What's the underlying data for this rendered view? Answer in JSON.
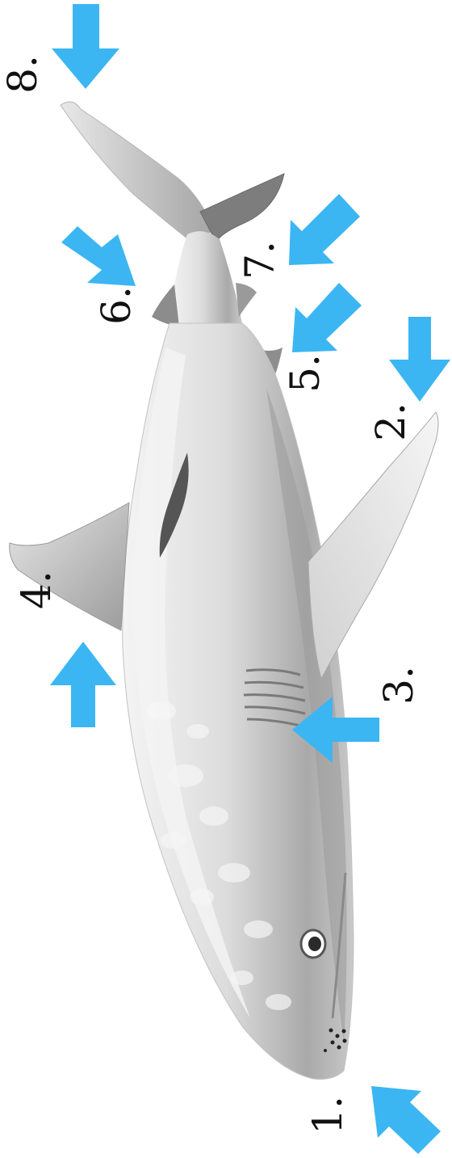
{
  "colors": {
    "arrow": "#3bb6f2",
    "label": "#111111",
    "background": "#ffffff",
    "shark_body": "#d8d8d8",
    "shark_shadow": "#8a8a8a",
    "shark_light": "#f2f2f2"
  },
  "labels": [
    {
      "id": "snout",
      "text": "1."
    },
    {
      "id": "pectoral-fin",
      "text": "2."
    },
    {
      "id": "gill-slits",
      "text": "3."
    },
    {
      "id": "first-dorsal-fin",
      "text": "4."
    },
    {
      "id": "pelvic-fin",
      "text": "5."
    },
    {
      "id": "second-dorsal-fin",
      "text": "6."
    },
    {
      "id": "anal-fin",
      "text": "7."
    },
    {
      "id": "caudal-fin-tip",
      "text": "8."
    }
  ]
}
